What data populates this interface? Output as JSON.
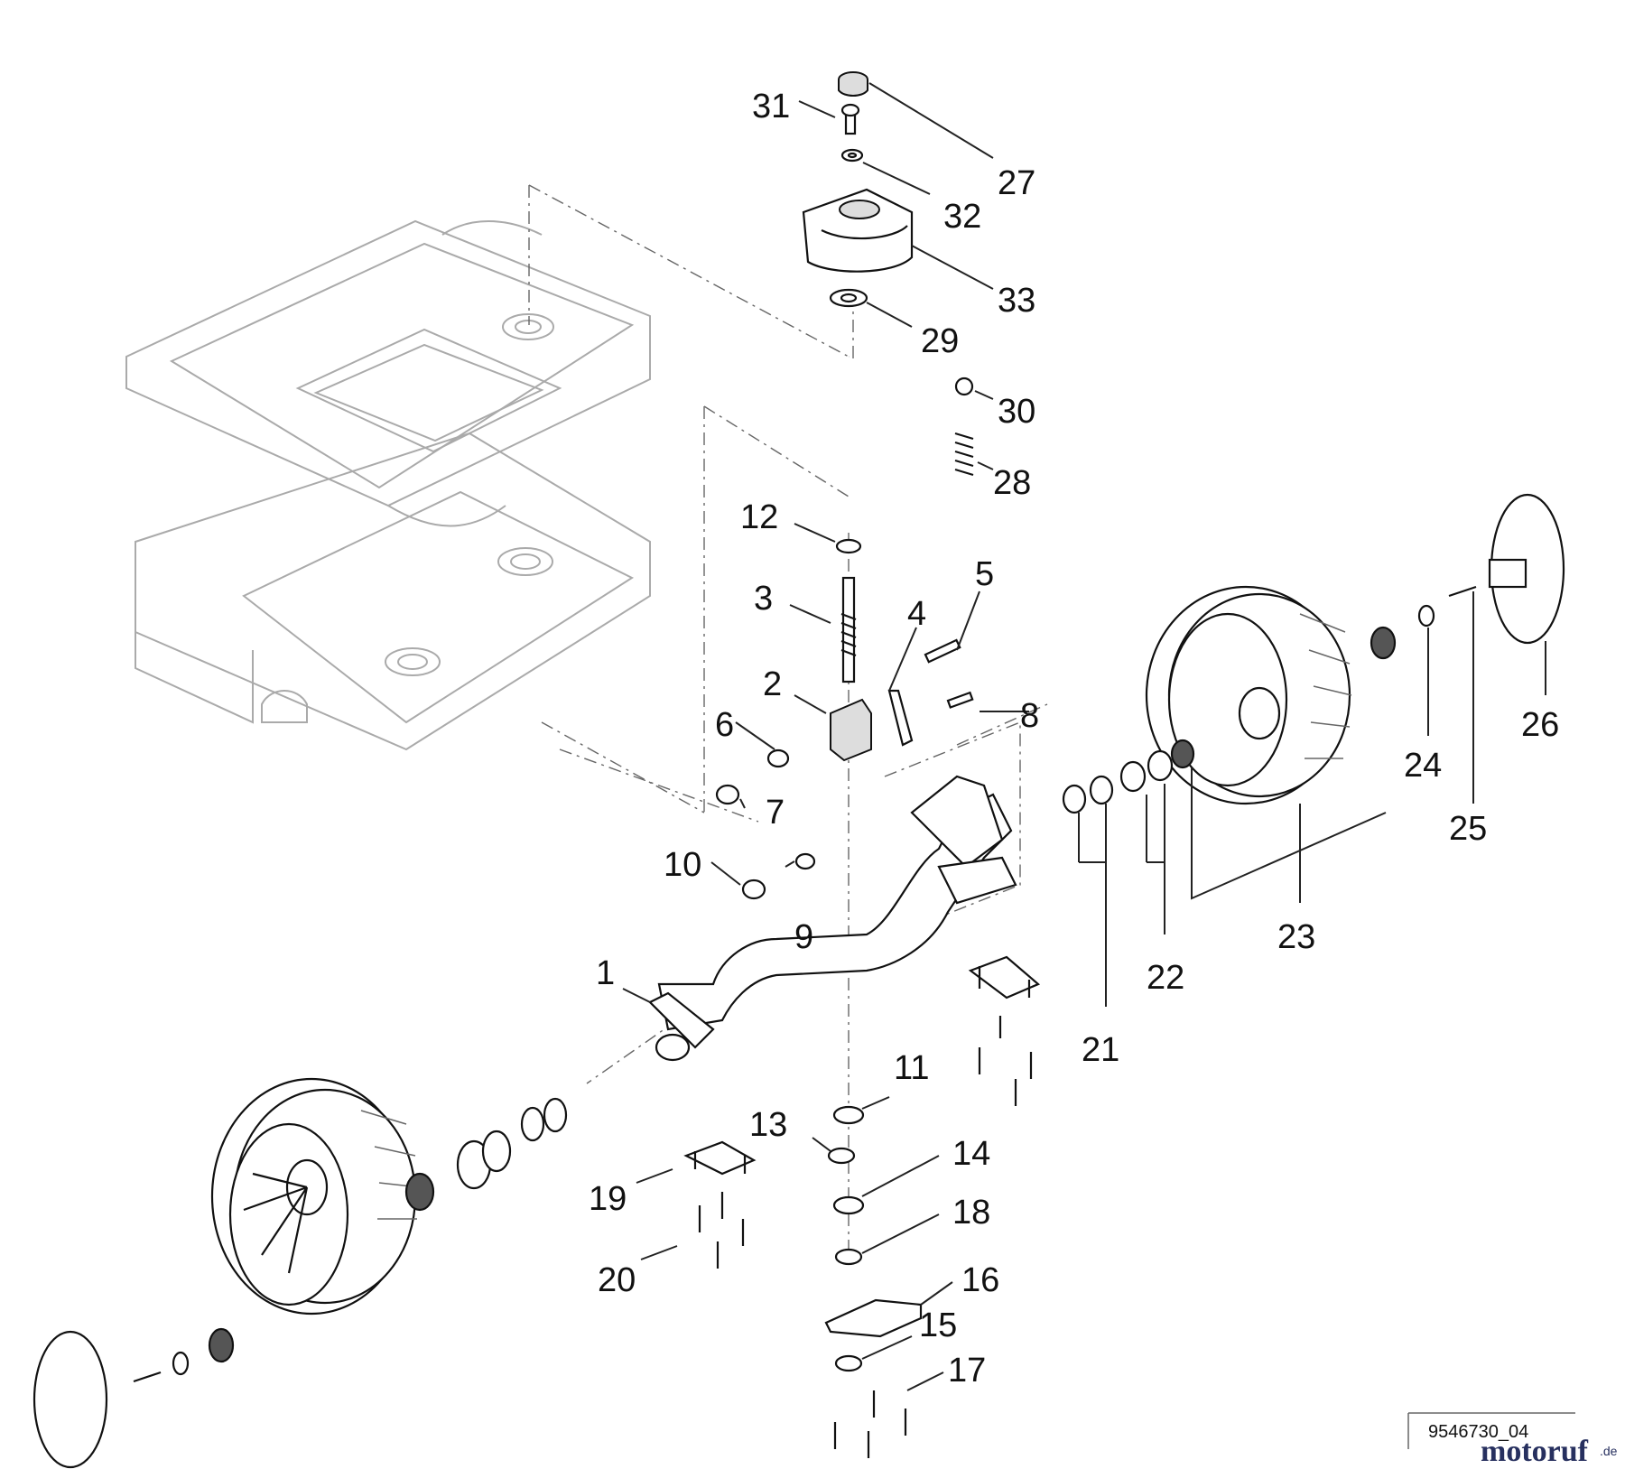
{
  "labels": {
    "p1": "1",
    "p2": "2",
    "p3": "3",
    "p4": "4",
    "p5": "5",
    "p6": "6",
    "p7": "7",
    "p8": "8",
    "p9": "9",
    "p10": "10",
    "p11": "11",
    "p12": "12",
    "p13": "13",
    "p14": "14",
    "p15": "15",
    "p16": "16",
    "p17": "17",
    "p18": "18",
    "p19": "19",
    "p20": "20",
    "p21": "21",
    "p22": "22",
    "p23": "23",
    "p24": "24",
    "p25": "25",
    "p26": "26",
    "p27": "27",
    "p28": "28",
    "p29": "29",
    "p30": "30",
    "p31": "31",
    "p32": "32",
    "p33": "33"
  },
  "drawing_number": "9546730_04",
  "watermark": {
    "text": "motoruf",
    "suffix": ".de",
    "color_dark": "#27305f",
    "color_accent": "#d4a43a"
  }
}
